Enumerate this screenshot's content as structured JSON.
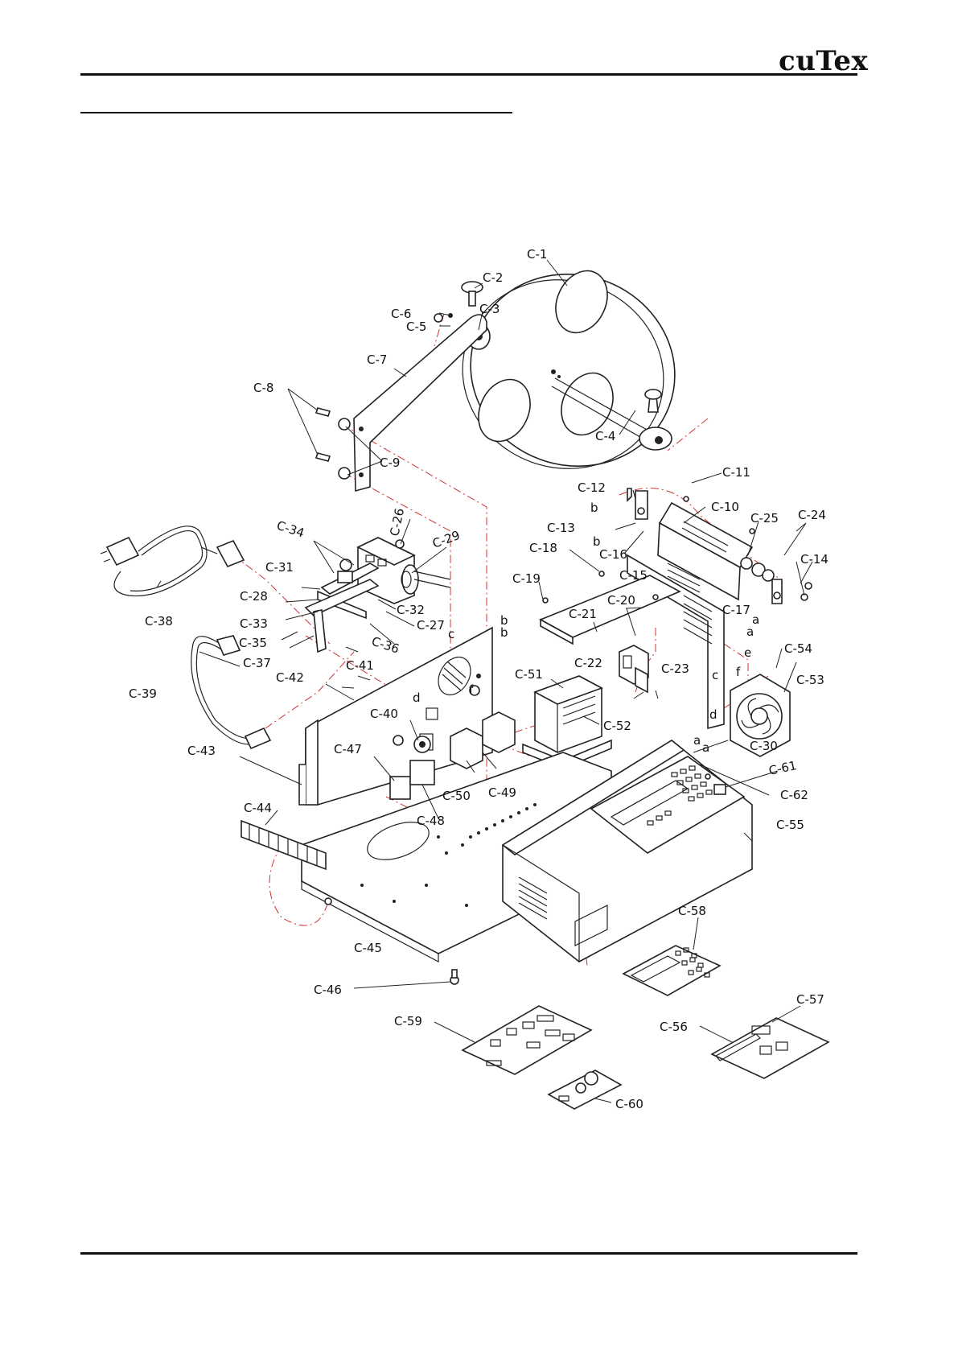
{
  "brand": "cuTex",
  "colors": {
    "line": "#222222",
    "assembly_path": "#d03030"
  },
  "labels": {
    "c1": "C-1",
    "c2": "C-2",
    "c3": "C-3",
    "c4": "C-4",
    "c5": "C-5",
    "c6": "C-6",
    "c7": "C-7",
    "c8": "C-8",
    "c9": "C-9",
    "c10": "C-10",
    "c11": "C-11",
    "c12": "C-12",
    "c13": "C-13",
    "c14": "C-14",
    "c15": "C-15",
    "c16": "C-16",
    "c17": "C-17",
    "c18": "C-18",
    "c19": "C-19",
    "c20": "C-20",
    "c21": "C-21",
    "c22": "C-22",
    "c23": "C-23",
    "c24": "C-24",
    "c25": "C-25",
    "c26": "C-26",
    "c27": "C-27",
    "c28": "C-28",
    "c29": "C-29",
    "c30": "C-30",
    "c31": "C-31",
    "c32": "C-32",
    "c33": "C-33",
    "c34": "C-34",
    "c35": "C-35",
    "c36": "C-36",
    "c37": "C-37",
    "c38": "C-38",
    "c39": "C-39",
    "c40": "C-40",
    "c41": "C-41",
    "c42": "C-42",
    "c43": "C-43",
    "c44": "C-44",
    "c45": "C-45",
    "c46": "C-46",
    "c47": "C-47",
    "c48": "C-48",
    "c49": "C-49",
    "c50": "C-50",
    "c51": "C-51",
    "c52": "C-52",
    "c53": "C-53",
    "c54": "C-54",
    "c55": "C-55",
    "c56": "C-56",
    "c57": "C-57",
    "c58": "C-58",
    "c59": "C-59",
    "c60": "C-60",
    "c61": "C-61",
    "c62": "C-62"
  },
  "markers": {
    "a1": "a",
    "a2": "a",
    "a3": "a",
    "a4": "a",
    "b1": "b",
    "b2": "b",
    "b3": "b",
    "b4": "b",
    "c1": "c",
    "c2": "c",
    "d1": "d",
    "d2": "d",
    "e1": "e",
    "f1": "f",
    "f2": "f"
  }
}
